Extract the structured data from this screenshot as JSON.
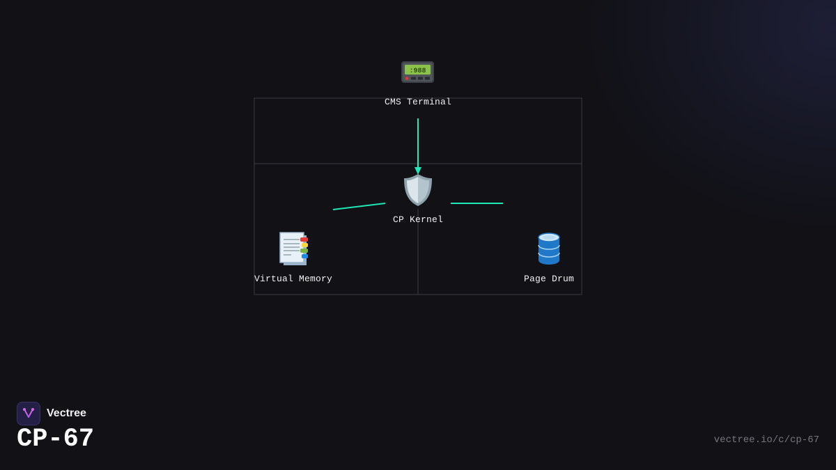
{
  "diagram": {
    "nodes": {
      "terminal": {
        "label": "CMS Terminal",
        "icon": "pager-icon"
      },
      "kernel": {
        "label": "CP Kernel",
        "icon": "shield-icon"
      },
      "memory": {
        "label": "Virtual Memory",
        "icon": "bookmark-tabs-icon"
      },
      "drum": {
        "label": "Page Drum",
        "icon": "database-icon"
      }
    },
    "edges": [
      {
        "from": "CMS Terminal",
        "to": "CP Kernel",
        "arrow": true
      },
      {
        "from": "CP Kernel",
        "to": "Virtual Memory",
        "arrow": false
      },
      {
        "from": "CP Kernel",
        "to": "Page Drum",
        "arrow": false
      }
    ]
  },
  "brand": {
    "name": "Vectree",
    "logo_icon": "vectree-logo-icon"
  },
  "title": "CP-67",
  "footer": {
    "url": "vectree.io/c/cp-67"
  },
  "colors": {
    "edge": "#1de9b6",
    "background": "#111116",
    "grid": "#3a3a42"
  }
}
